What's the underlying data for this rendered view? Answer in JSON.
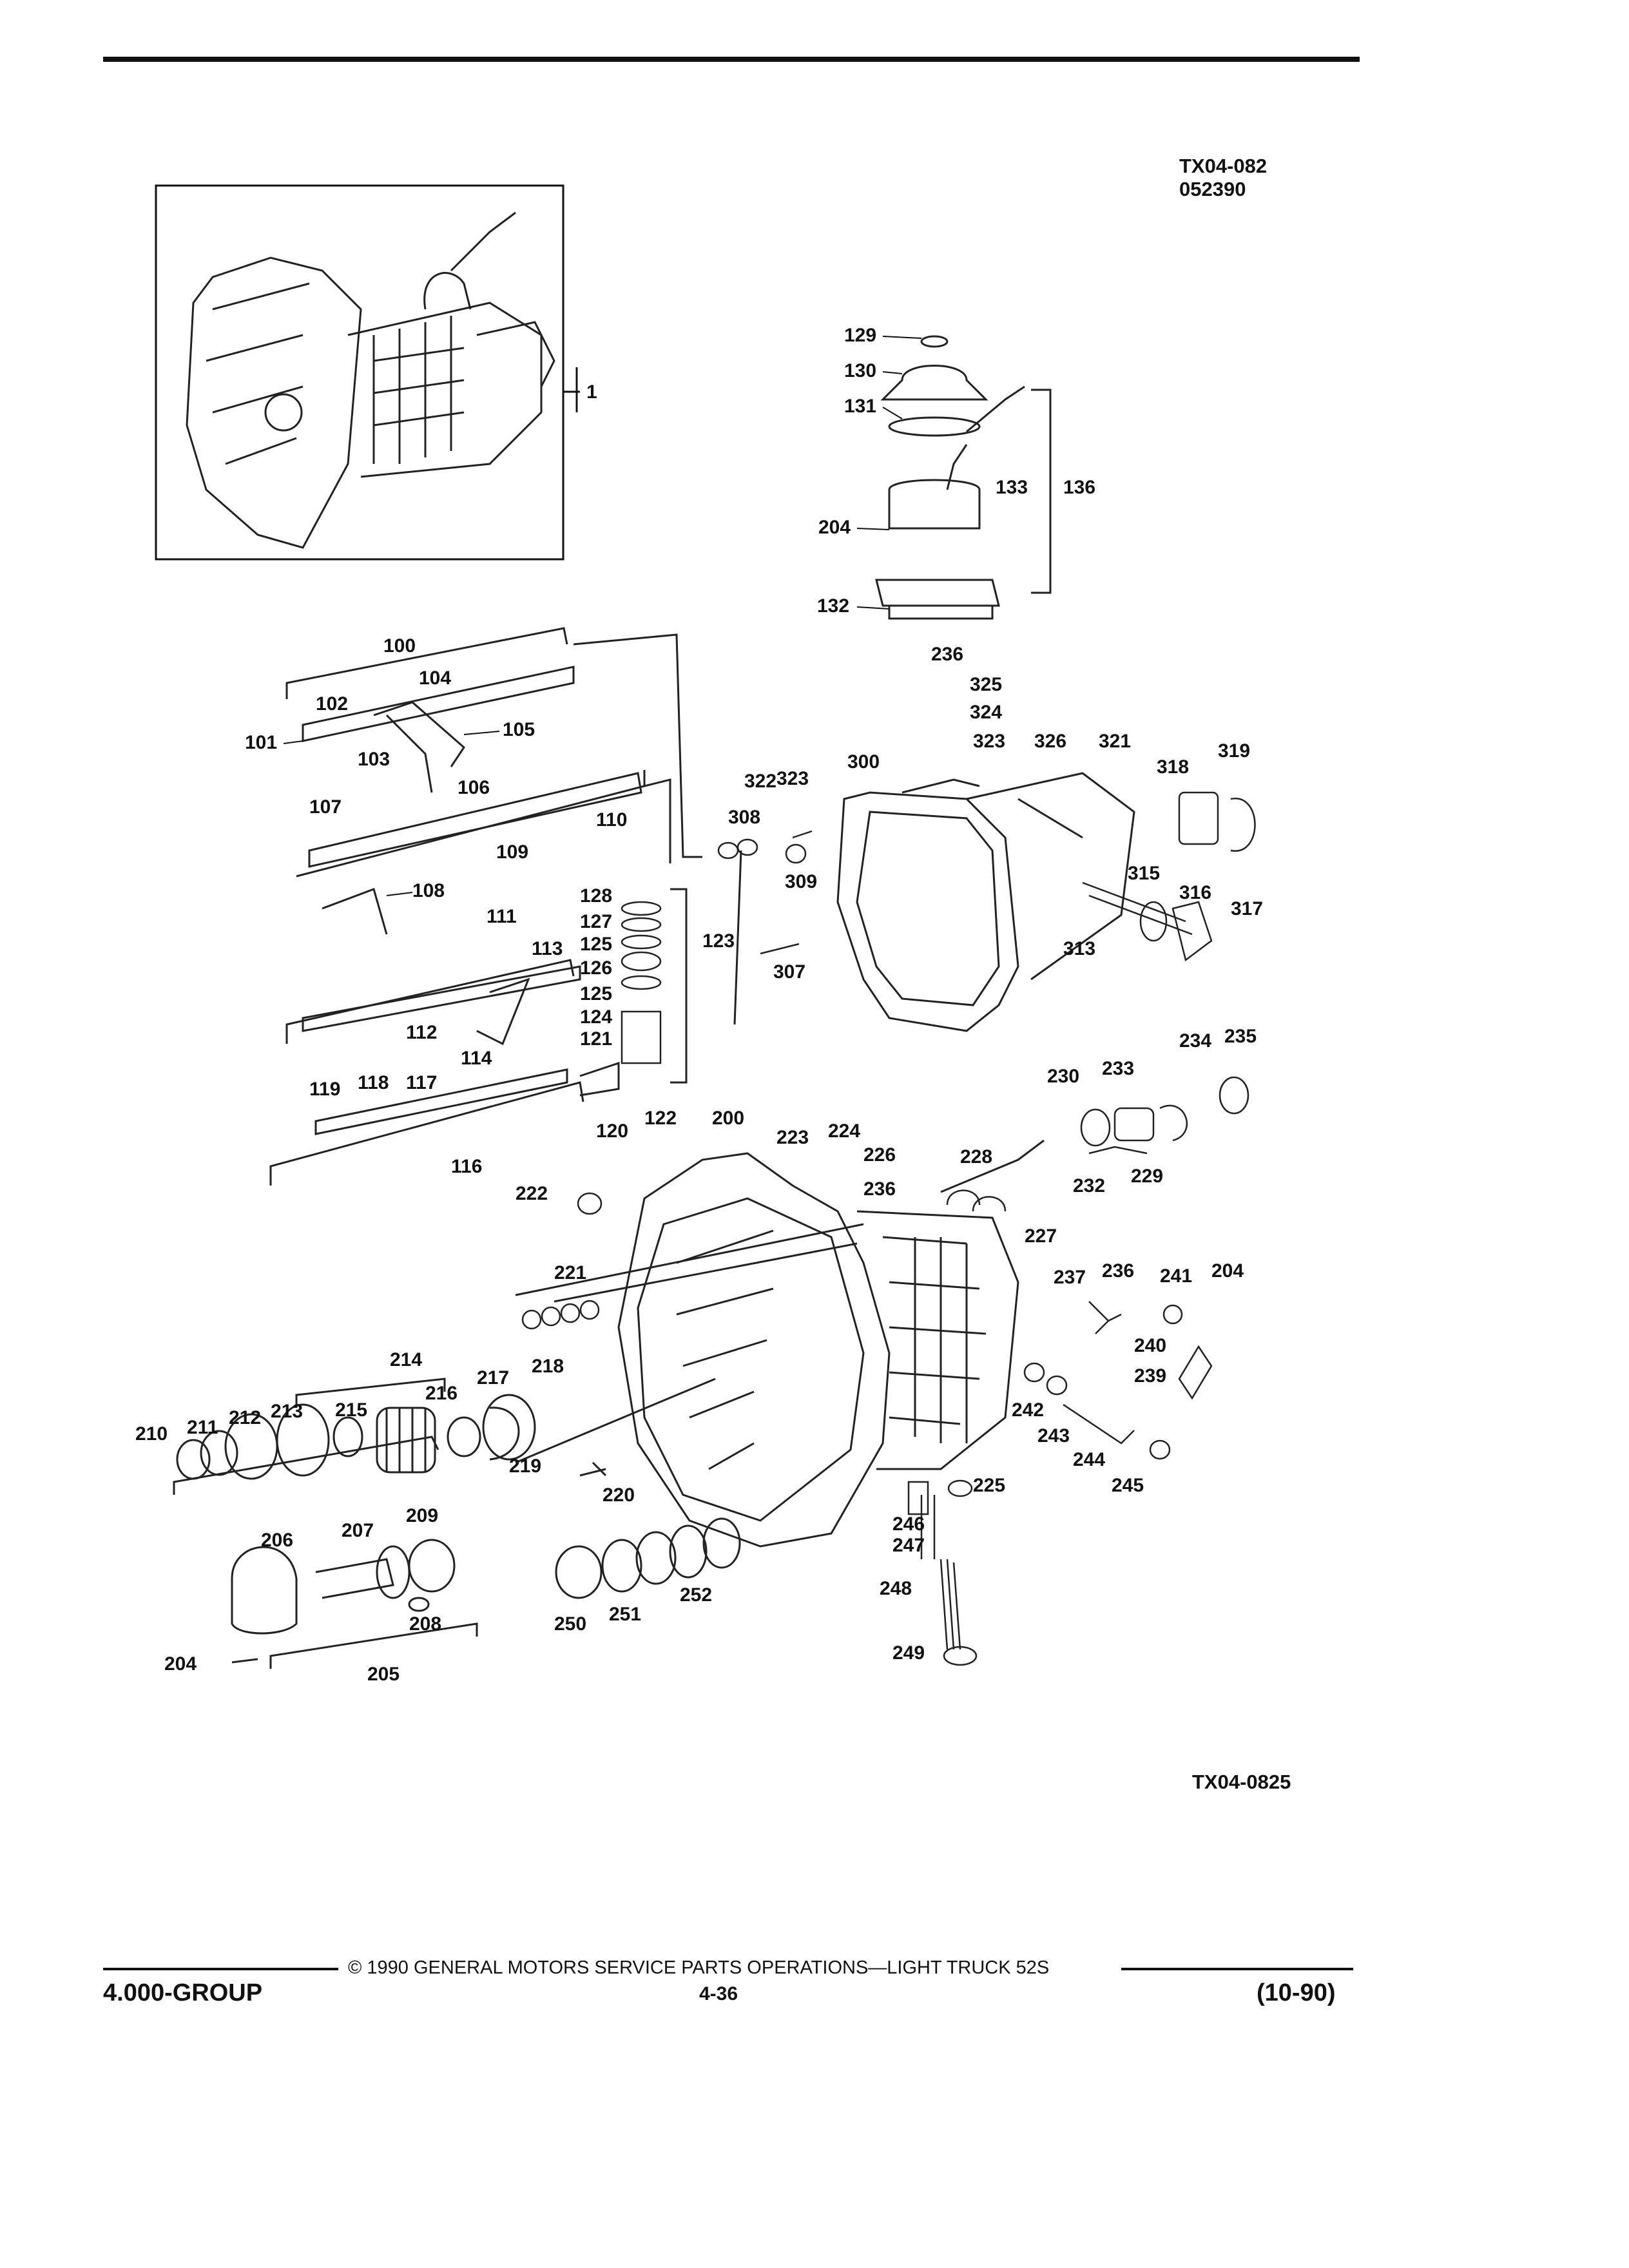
{
  "header": {
    "ref_top_line1": "TX04-082",
    "ref_top_line2": "052390",
    "ref_bottom": "TX04-0825"
  },
  "footer": {
    "copyright": "© 1990 GENERAL MOTORS SERVICE PARTS OPERATIONS—LIGHT TRUCK 52S",
    "group": "4.000-GROUP",
    "page": "4-36",
    "date": "(10-90)"
  },
  "inset": {
    "callout": "1"
  },
  "callouts": {
    "c100": "100",
    "c101": "101",
    "c102": "102",
    "c103": "103",
    "c104": "104",
    "c105": "105",
    "c106": "106",
    "c107": "107",
    "c108": "108",
    "c109": "109",
    "c110": "110",
    "c111": "111",
    "c112": "112",
    "c113": "113",
    "c114": "114",
    "c116": "116",
    "c117": "117",
    "c118": "118",
    "c119": "119",
    "c120": "120",
    "c121": "121",
    "c122": "122",
    "c123": "123",
    "c124": "124",
    "c125a": "125",
    "c125b": "125",
    "c126": "126",
    "c127": "127",
    "c128": "128",
    "c129": "129",
    "c130": "130",
    "c131": "131",
    "c132": "132",
    "c133": "133",
    "c136": "136",
    "c200": "200",
    "c204a": "204",
    "c204b": "204",
    "c204c": "204",
    "c205": "205",
    "c206": "206",
    "c207": "207",
    "c208": "208",
    "c209": "209",
    "c210": "210",
    "c211": "211",
    "c212": "212",
    "c213": "213",
    "c214": "214",
    "c215": "215",
    "c216": "216",
    "c217": "217",
    "c218": "218",
    "c219": "219",
    "c220": "220",
    "c221": "221",
    "c222": "222",
    "c223": "223",
    "c224": "224",
    "c225": "225",
    "c226": "226",
    "c227": "227",
    "c228": "228",
    "c229": "229",
    "c230": "230",
    "c232": "232",
    "c233": "233",
    "c234": "234",
    "c235": "235",
    "c236a": "236",
    "c236b": "236",
    "c236c": "236",
    "c237": "237",
    "c239": "239",
    "c240": "240",
    "c241": "241",
    "c242": "242",
    "c243": "243",
    "c244": "244",
    "c245": "245",
    "c246": "246",
    "c247": "247",
    "c248": "248",
    "c249": "249",
    "c250": "250",
    "c251": "251",
    "c252": "252",
    "c300": "300",
    "c307": "307",
    "c308": "308",
    "c309": "309",
    "c313": "313",
    "c315": "315",
    "c316": "316",
    "c317": "317",
    "c318": "318",
    "c319": "319",
    "c321": "321",
    "c322": "322",
    "c323a": "323",
    "c323b": "323",
    "c324": "324",
    "c325": "325",
    "c326": "326"
  }
}
